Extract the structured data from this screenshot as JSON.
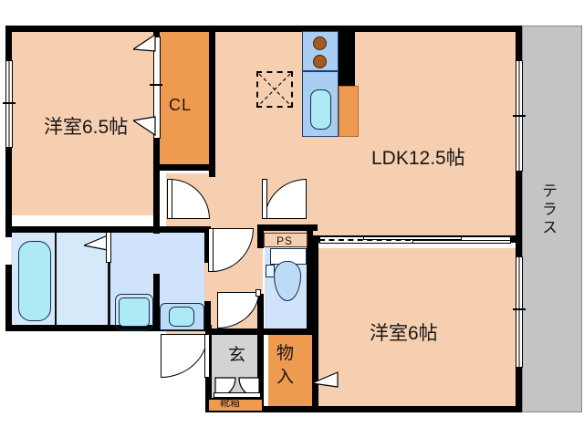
{
  "plan": {
    "type": "japanese-floor-plan",
    "rooms": [
      {
        "id": "washitsu-65",
        "label": "洋室6.5帖",
        "size_jo": 6.5,
        "kind": "western-room"
      },
      {
        "id": "ldk",
        "label": "LDK12.5帖",
        "size_jo": 12.5,
        "kind": "living-dining-kitchen"
      },
      {
        "id": "washitsu-6",
        "label": "洋室6帖",
        "size_jo": 6,
        "kind": "western-room"
      },
      {
        "id": "terrace",
        "label": "テラス",
        "kind": "terrace"
      },
      {
        "id": "genkan",
        "label": "玄",
        "kind": "entrance"
      }
    ],
    "storage": [
      {
        "id": "closet",
        "label": "CL",
        "kind": "closet"
      },
      {
        "id": "monoire",
        "label": "物入",
        "kind": "storage"
      },
      {
        "id": "kutsubako",
        "label": "靴箱",
        "kind": "shoe-cabinet"
      }
    ],
    "utility": [
      {
        "id": "pipe-shaft",
        "label": "PS",
        "kind": "pipe-shaft"
      }
    ],
    "fixtures": [
      {
        "id": "bathtub",
        "name": "bathtub"
      },
      {
        "id": "washing-machine",
        "name": "washing-machine-pan"
      },
      {
        "id": "wash-basin",
        "name": "wash-basin"
      },
      {
        "id": "toilet",
        "name": "toilet"
      },
      {
        "id": "kitchen-sink",
        "name": "kitchen-sink"
      },
      {
        "id": "stove",
        "name": "two-burner-stove",
        "burners": 2
      },
      {
        "id": "refrigerator-space",
        "name": "refrigerator-space"
      }
    ],
    "colors": {
      "room_fill": "#f5cfb0",
      "closet_fill": "#ef9a51",
      "wet_fill": "#d6e9fb",
      "terrace_fill": "#c4c4c4",
      "wall": "#000000",
      "fixture_blue": "#aeeaf5",
      "burner": "#a35c22"
    }
  },
  "labels": {
    "room_bed_large": "洋室6.5帖",
    "room_ldk": "LDK12.5帖",
    "room_bed_small": "洋室6帖",
    "closet": "CL",
    "terrace": "テラス",
    "pipe_shaft": "PS",
    "genkan": "玄",
    "storage_line1": "物",
    "storage_line2": "入",
    "shoe_cabinet": "靴箱"
  }
}
